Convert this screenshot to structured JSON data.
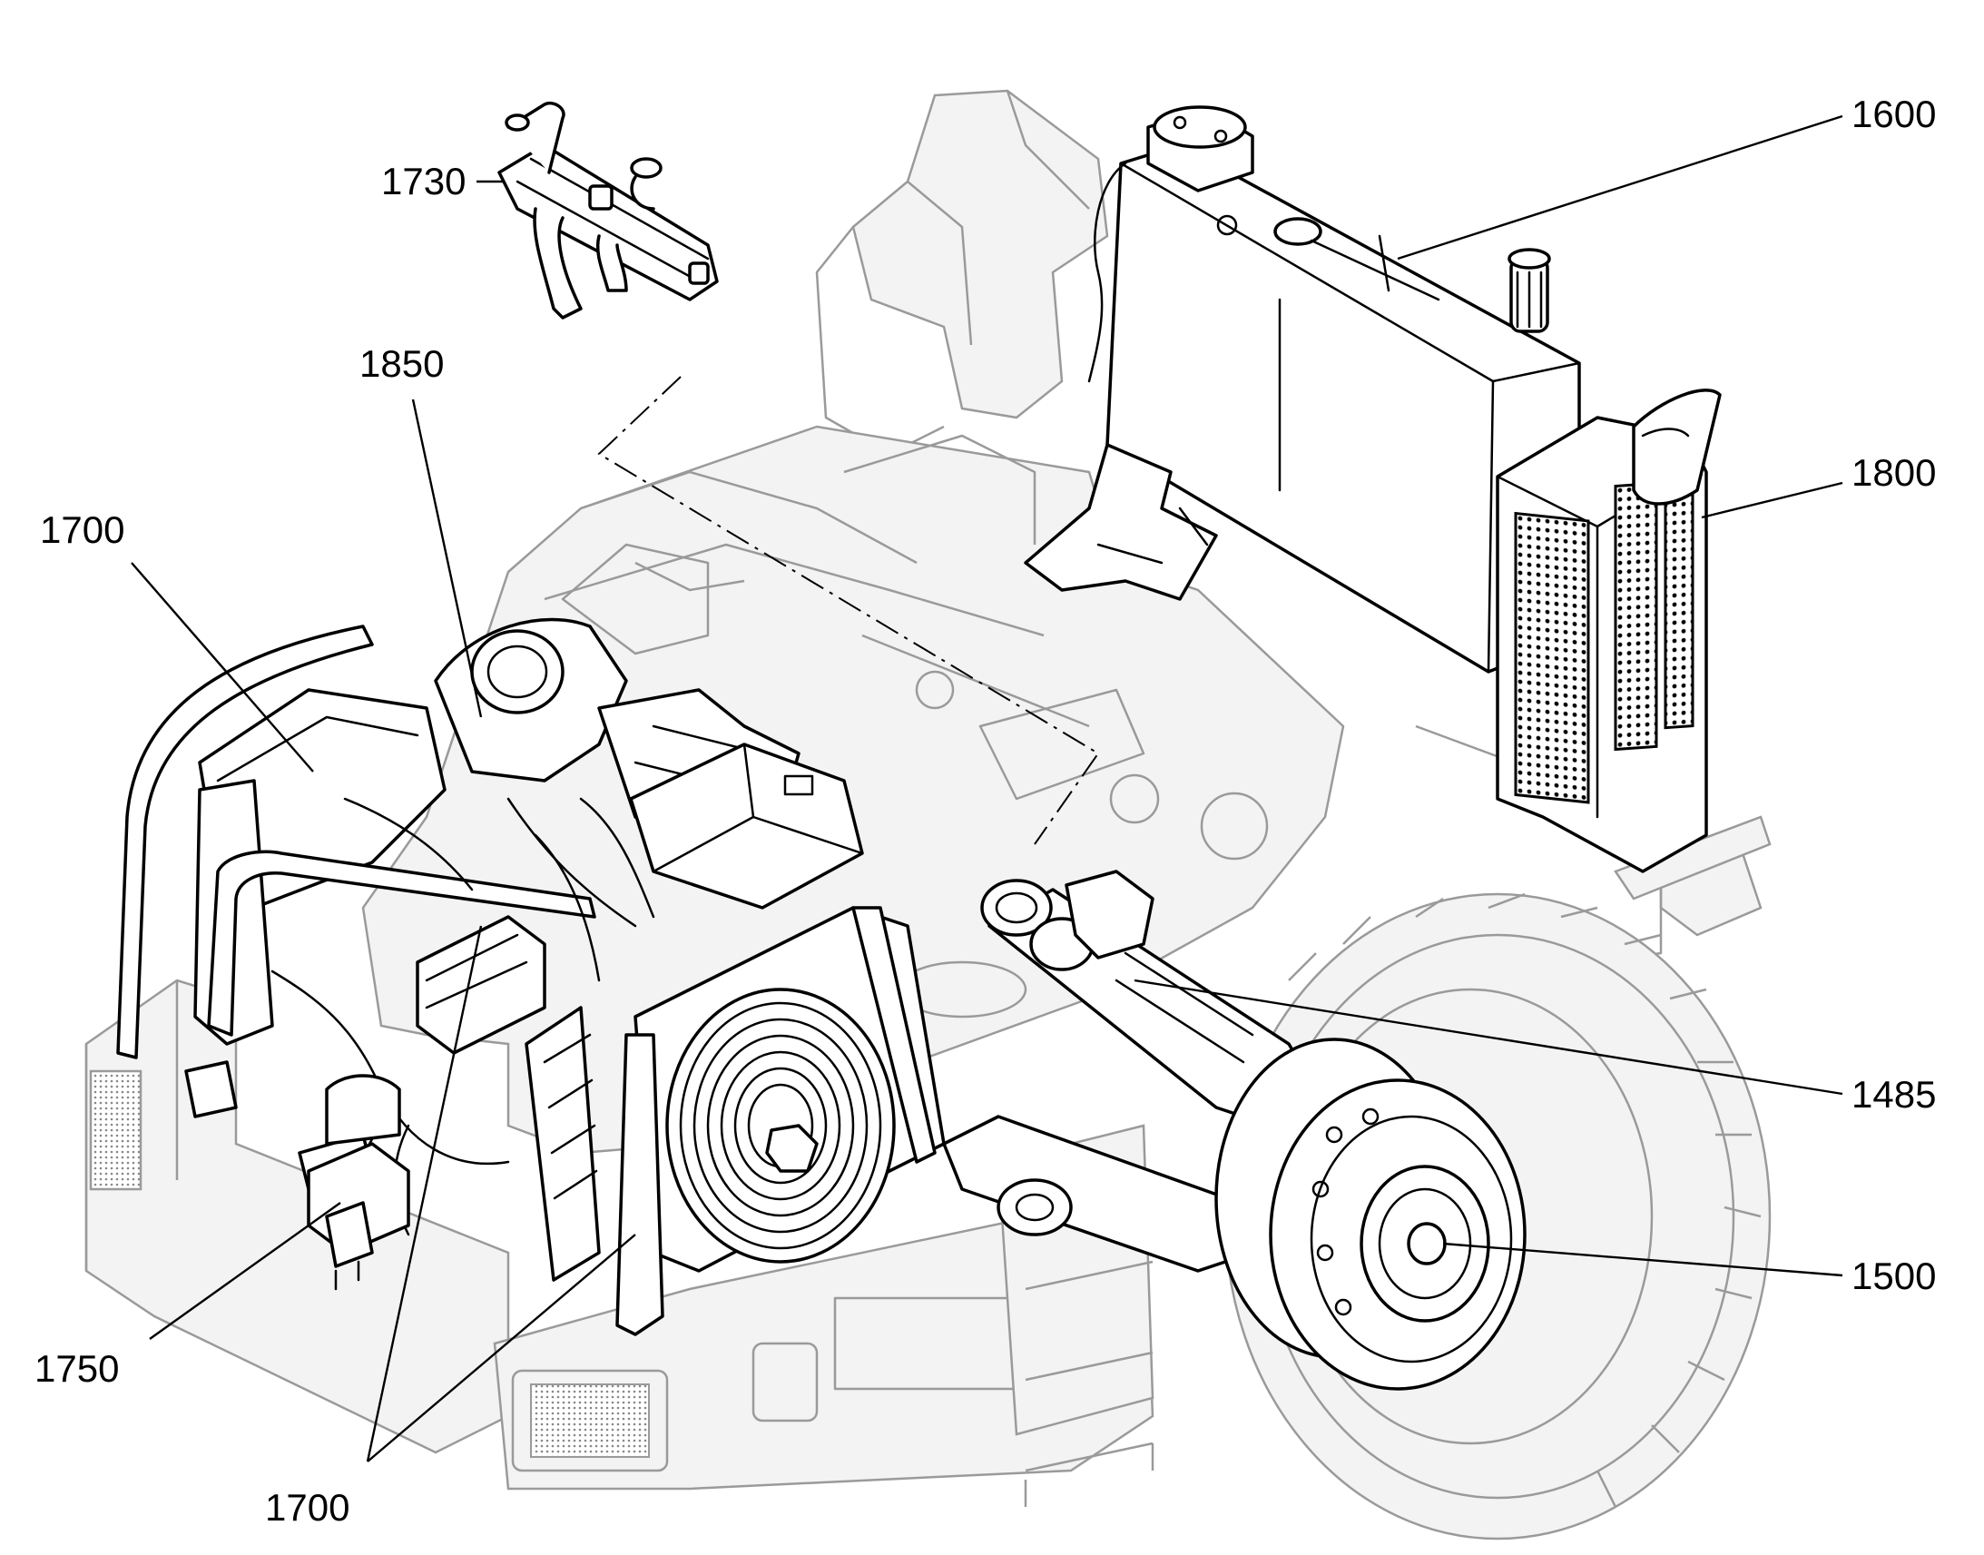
{
  "diagram": {
    "labels": {
      "l1600": "1600",
      "l1730": "1730",
      "l1850": "1850",
      "l1700_left": "1700",
      "l1800": "1800",
      "l1485": "1485",
      "l1500": "1500",
      "l1750": "1750",
      "l1700_bottom": "1700"
    }
  }
}
